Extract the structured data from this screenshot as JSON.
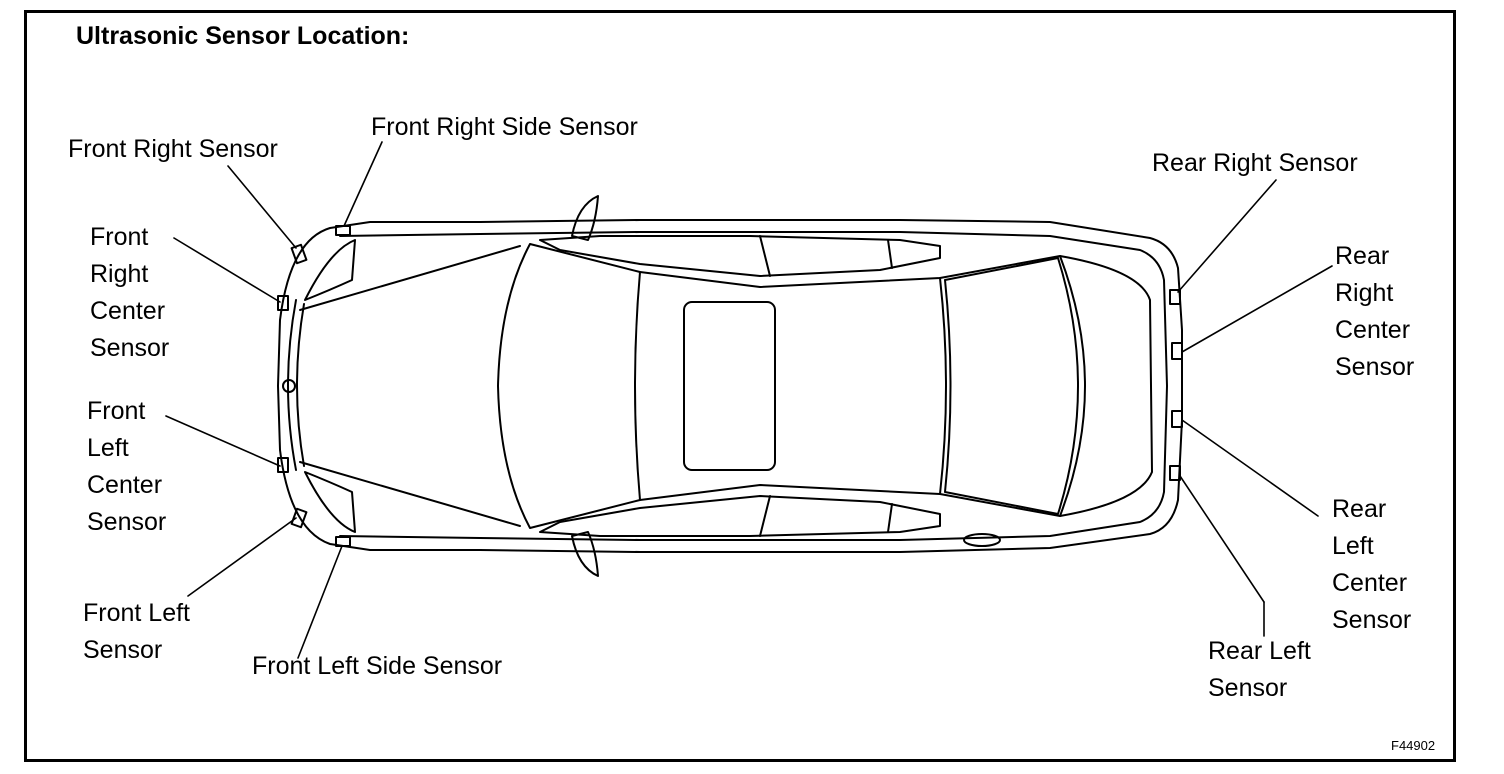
{
  "title": "Ultrasonic Sensor Location:",
  "figure_id": "F44902",
  "labels": {
    "front_right_sensor": "Front Right Sensor",
    "front_right_side_sensor": "Front Right Side Sensor",
    "front_right_center_sensor": "Front\nRight\nCenter\nSensor",
    "front_left_center_sensor": "Front\nLeft\nCenter\nSensor",
    "front_left_sensor": "Front Left\nSensor",
    "front_left_side_sensor": "Front Left Side Sensor",
    "rear_right_sensor": "Rear Right Sensor",
    "rear_right_center_sensor": "Rear\nRight\nCenter\nSensor",
    "rear_left_center_sensor": "Rear\nLeft\nCenter\nSensor",
    "rear_left_sensor": "Rear Left\nSensor"
  }
}
